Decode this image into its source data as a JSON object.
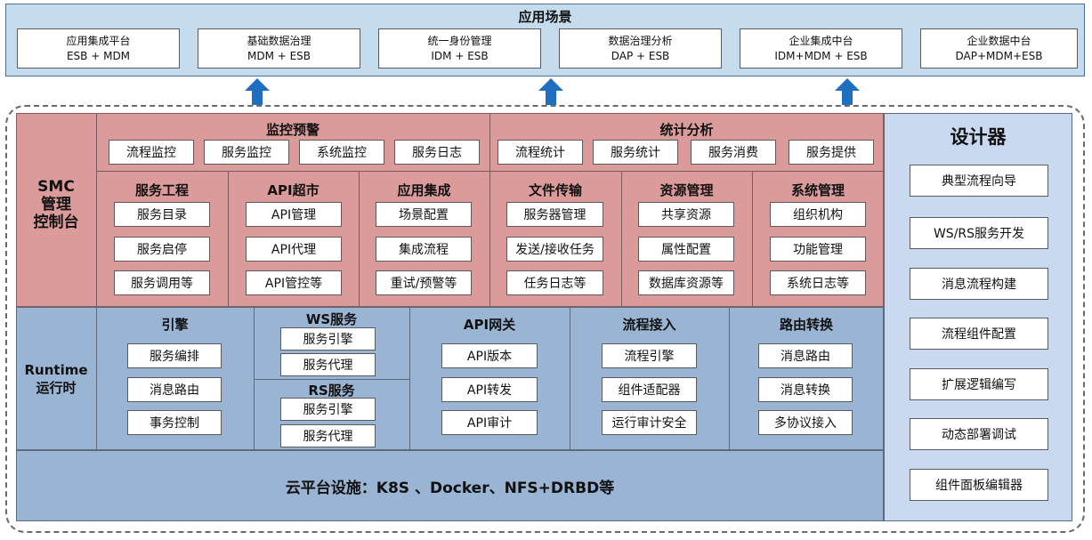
{
  "top": {
    "title": "应用场景",
    "items": [
      {
        "name": "应用集成平台",
        "tech": "ESB + MDM"
      },
      {
        "name": "基础数据治理",
        "tech": "MDM + ESB"
      },
      {
        "name": "统一身份管理",
        "tech": "IDM + ESB"
      },
      {
        "name": "数据治理分析",
        "tech": "DAP + ESB"
      },
      {
        "name": "企业集成中台",
        "tech": "IDM+MDM + ESB"
      },
      {
        "name": "企业数据中台",
        "tech": "DAP+MDM+ESB"
      }
    ]
  },
  "smc": {
    "label_line1": "SMC",
    "label_line2": "管理",
    "label_line3": "控制台",
    "monitor": {
      "title": "监控预警",
      "items": [
        "流程监控",
        "服务监控",
        "系统监控",
        "服务日志"
      ]
    },
    "stats": {
      "title": "统计分析",
      "items": [
        "流程统计",
        "服务统计",
        "服务消费",
        "服务提供"
      ]
    },
    "groups": [
      {
        "title": "服务工程",
        "items": [
          "服务目录",
          "服务启停",
          "服务调用等"
        ]
      },
      {
        "title": "API超市",
        "items": [
          "API管理",
          "API代理",
          "API管控等"
        ]
      },
      {
        "title": "应用集成",
        "items": [
          "场景配置",
          "集成流程",
          "重试/预警等"
        ]
      },
      {
        "title": "文件传输",
        "items": [
          "服务器管理",
          "发送/接收任务",
          "任务日志等"
        ]
      },
      {
        "title": "资源管理",
        "items": [
          "共享资源",
          "属性配置",
          "数据库资源等"
        ]
      },
      {
        "title": "系统管理",
        "items": [
          "组织机构",
          "功能管理",
          "系统日志等"
        ]
      }
    ]
  },
  "runtime": {
    "label_line1": "Runtime",
    "label_line2": "运行时",
    "engine": {
      "title": "引擎",
      "items": [
        "服务编排",
        "消息路由",
        "事务控制"
      ]
    },
    "ws": {
      "title": "WS服务",
      "items": [
        "服务引擎",
        "服务代理"
      ]
    },
    "rs": {
      "title": "RS服务",
      "items": [
        "服务引擎",
        "服务代理"
      ]
    },
    "gateway": {
      "title": "API网关",
      "items": [
        "API版本",
        "API转发",
        "API审计"
      ]
    },
    "flow": {
      "title": "流程接入",
      "items": [
        "流程引擎",
        "组件适配器",
        "运行审计安全"
      ]
    },
    "route": {
      "title": "路由转换",
      "items": [
        "消息路由",
        "消息转换",
        "多协议接入"
      ]
    }
  },
  "cloud": {
    "label": "云平台设施：K8S 、Docker、NFS+DRBD等"
  },
  "designer": {
    "title": "设计器",
    "items": [
      "典型流程向导",
      "WS/RS服务开发",
      "消息流程构建",
      "流程组件配置",
      "扩展逻辑编写",
      "动态部署调试",
      "组件面板编辑器"
    ]
  },
  "colors": {
    "top_bg": "#c5dcee",
    "smc_bg": "#dc9b9b",
    "runtime_bg": "#9ab4d4",
    "cloud_bg": "#9ab4d4",
    "designer_bg": "#c8d9f0",
    "arrow": "#1f6fc1"
  }
}
